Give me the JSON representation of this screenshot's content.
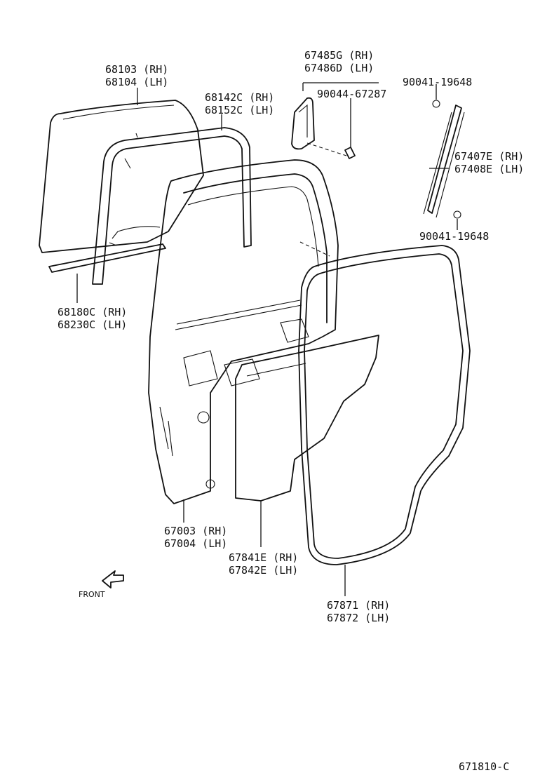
{
  "callouts": {
    "glass": {
      "rh": "68103 (RH)",
      "lh": "68104 (LH)"
    },
    "run_channel": {
      "rh": "68142C (RH)",
      "lh": "68152C (LH)"
    },
    "belt_weatherstrip": {
      "rh": "68180C (RH)",
      "lh": "68230C (LH)"
    },
    "corner_cover": {
      "rh": "67485G (RH)",
      "lh": "67486D (LH)"
    },
    "clip": {
      "part": "90044-67287"
    },
    "bolt_top": {
      "part": "90041-19648"
    },
    "frame_sash": {
      "rh": "67407E (RH)",
      "lh": "67408E (LH)"
    },
    "bolt_bottom": {
      "part": "90041-19648"
    },
    "door_panel": {
      "rh": "67003 (RH)",
      "lh": "67004 (LH)"
    },
    "service_hole_cover": {
      "rh": "67841E (RH)",
      "lh": "67842E (LH)"
    },
    "door_weatherstrip": {
      "rh": "67871 (RH)",
      "lh": "67872 (LH)"
    }
  },
  "front_label": "FRONT",
  "figure_id": "671810-C"
}
